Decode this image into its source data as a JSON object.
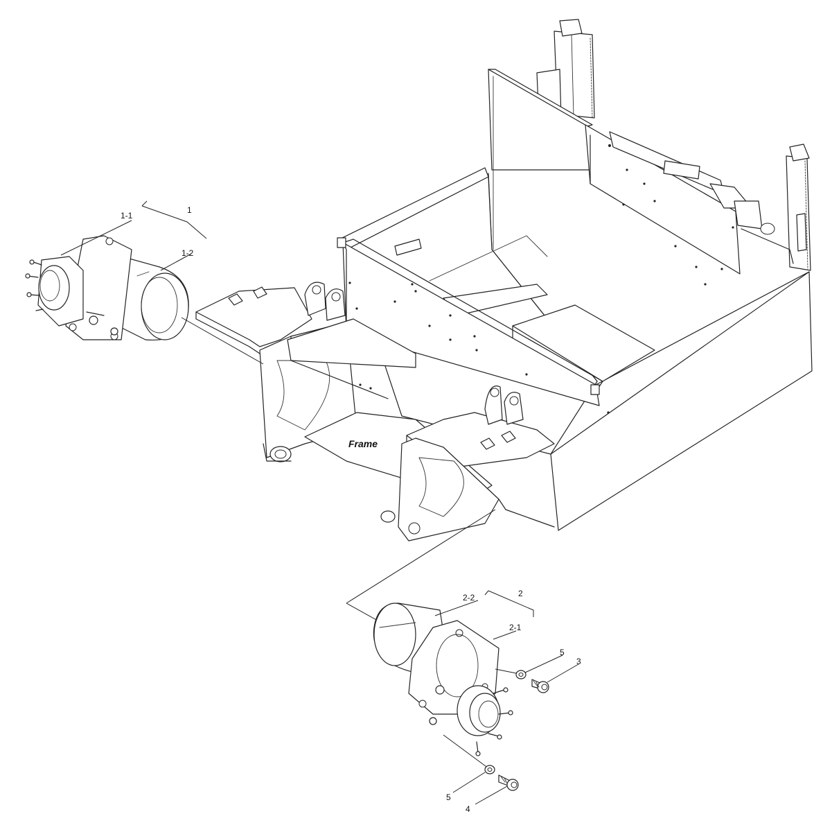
{
  "diagram": {
    "frame_label": "Frame",
    "callouts": {
      "c1": "1",
      "c1_1": "1-1",
      "c1_2": "1-2",
      "c2": "2",
      "c2_1": "2-1",
      "c2_2": "2-2",
      "c3": "3",
      "c4": "4",
      "c5a": "5",
      "c5b": "5"
    }
  }
}
